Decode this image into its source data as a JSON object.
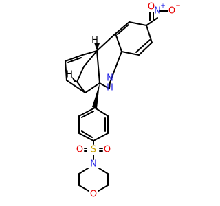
{
  "molecule": {
    "atom_labels": {
      "nitro_n": "N",
      "nitro_o_top": "O",
      "nitro_o_right": "O",
      "nitro_n_charge": "+",
      "nitro_o_charge": "−",
      "amine_n": "N",
      "amine_h": "H",
      "stereo_h_upper": "H",
      "stereo_h_lower": "H",
      "sulfur": "S",
      "sulfonyl_o_left": "O",
      "sulfonyl_o_right": "O",
      "morpholine_n": "N",
      "morpholine_o": "O"
    },
    "colors": {
      "bond": "#000000",
      "nitrogen": "#2323e6",
      "oxygen": "#e60000",
      "sulfur": "#c8a200",
      "carbon_hydrogen": "#000000"
    }
  }
}
